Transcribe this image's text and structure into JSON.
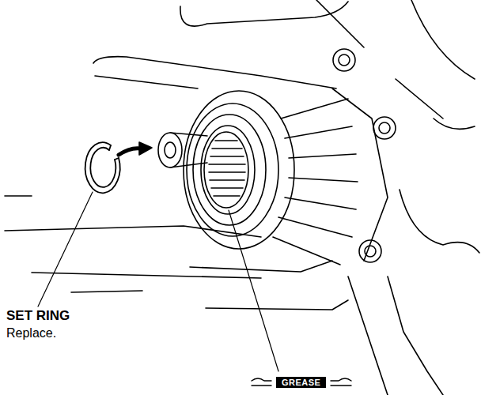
{
  "diagram": {
    "nodes": [
      {
        "text": [
          "GREASE"
        ]
      }
    ],
    "labels": [
      "SET RING",
      "Replace."
    ]
  }
}
